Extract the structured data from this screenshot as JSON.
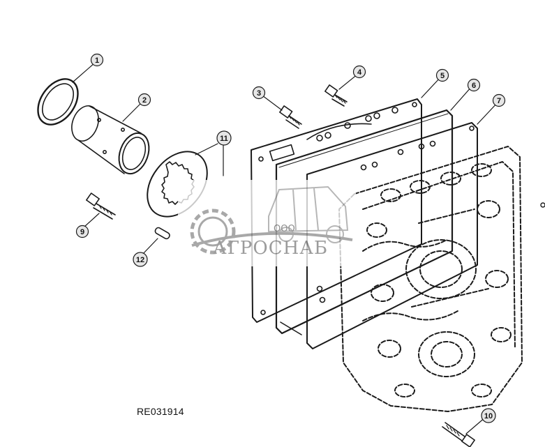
{
  "diagram": {
    "reference_code": "RE031914",
    "callouts": [
      {
        "id": "1",
        "label": "1"
      },
      {
        "id": "2",
        "label": "2"
      },
      {
        "id": "3",
        "label": "3"
      },
      {
        "id": "4",
        "label": "4"
      },
      {
        "id": "5",
        "label": "5"
      },
      {
        "id": "6",
        "label": "6"
      },
      {
        "id": "7",
        "label": "7"
      },
      {
        "id": "9",
        "label": "9"
      },
      {
        "id": "10",
        "label": "10"
      },
      {
        "id": "11",
        "label": "11"
      },
      {
        "id": "12",
        "label": "12"
      }
    ]
  },
  "watermark": {
    "prefix": "ООО",
    "name": "АГРОСНАБ"
  },
  "colors": {
    "line": "#1a1a1a",
    "callout_fill": "#e6e6e6",
    "watermark": "#8a8a8a"
  }
}
